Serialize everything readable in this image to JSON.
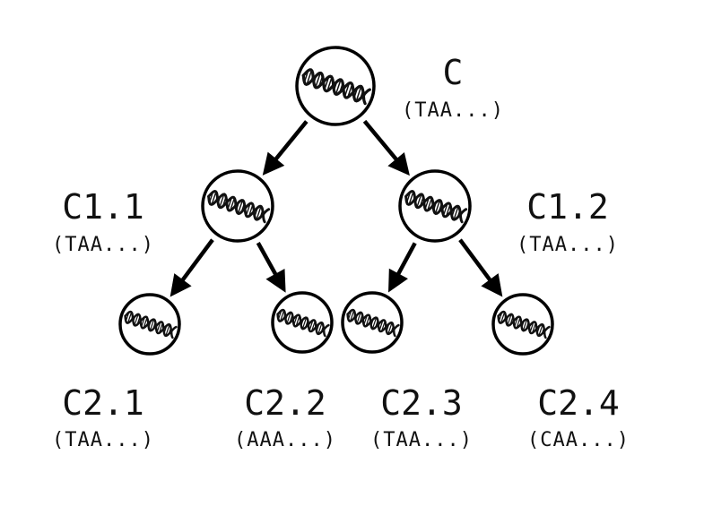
{
  "colors": {
    "line": "#000000",
    "background": "#ffffff"
  },
  "icon": "dna-helix-icon",
  "cells": [
    {
      "id": "C",
      "name": "C",
      "sequence": "(TAA...)"
    },
    {
      "id": "C1.1",
      "name": "C1.1",
      "sequence": "(TAA...)"
    },
    {
      "id": "C1.2",
      "name": "C1.2",
      "sequence": "(TAA...)"
    },
    {
      "id": "C2.1",
      "name": "C2.1",
      "sequence": "(TAA...)"
    },
    {
      "id": "C2.2",
      "name": "C2.2",
      "sequence": "(AAA...)"
    },
    {
      "id": "C2.3",
      "name": "C2.3",
      "sequence": "(TAA...)"
    },
    {
      "id": "C2.4",
      "name": "C2.4",
      "sequence": "(CAA...)"
    }
  ],
  "edges": [
    {
      "from": "C",
      "to": "C1.1"
    },
    {
      "from": "C",
      "to": "C1.2"
    },
    {
      "from": "C1.1",
      "to": "C2.1"
    },
    {
      "from": "C1.1",
      "to": "C2.2"
    },
    {
      "from": "C1.2",
      "to": "C2.3"
    },
    {
      "from": "C1.2",
      "to": "C2.4"
    }
  ]
}
